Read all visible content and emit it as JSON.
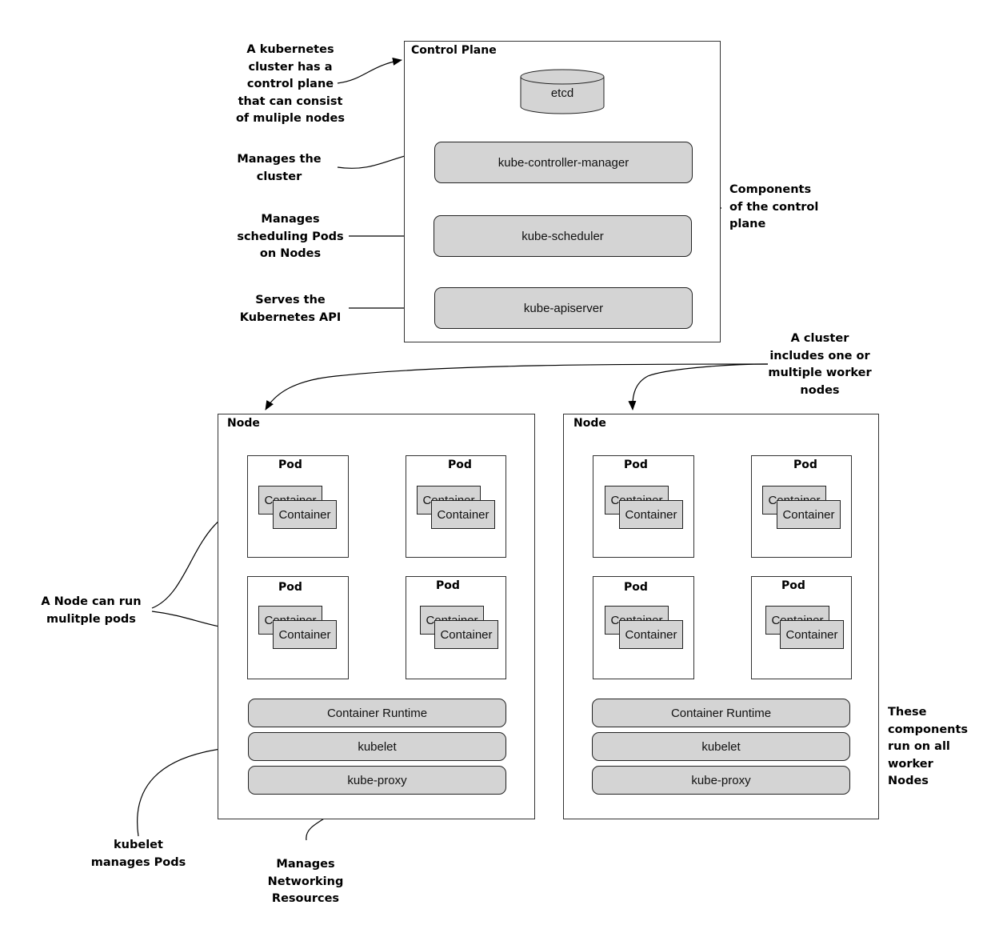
{
  "control_plane": {
    "title": "Control Plane",
    "etcd": "etcd",
    "components": [
      "kube-controller-manager",
      "kube-scheduler",
      "kube-apiserver"
    ]
  },
  "nodes": [
    {
      "title": "Node",
      "pods": [
        {
          "title": "Pod",
          "back": "Container",
          "front": "Container"
        },
        {
          "title": "Pod",
          "back": "Container",
          "front": "Container"
        },
        {
          "title": "Pod",
          "back": "Container",
          "front": "Container"
        },
        {
          "title": "Pod",
          "back": "Container",
          "front": "Container"
        }
      ],
      "components": [
        "Container Runtime",
        "kubelet",
        "kube-proxy"
      ]
    },
    {
      "title": "Node",
      "pods": [
        {
          "title": "Pod",
          "back": "Container",
          "front": "Container"
        },
        {
          "title": "Pod",
          "back": "Container",
          "front": "Container"
        },
        {
          "title": "Pod",
          "back": "Container",
          "front": "Container"
        },
        {
          "title": "Pod",
          "back": "Container",
          "front": "Container"
        }
      ],
      "components": [
        "Container Runtime",
        "kubelet",
        "kube-proxy"
      ]
    }
  ],
  "annotations": {
    "cluster_control_plane": "A kubernetes\ncluster  has a\ncontrol plane\nthat can consist\nof muliple nodes",
    "manages_cluster": "Manages the\ncluster",
    "manages_scheduling": "Manages\nscheduling Pods\non Nodes",
    "serves_api": "Serves the\nKubernetes API",
    "components_control_plane": "Components\nof the control\nplane",
    "cluster_workers": "A cluster\nincludes one or\nmultiple worker\nnodes",
    "node_multiple_pods": "A Node can run\nmulitple pods",
    "kubelet_manages": "kubelet\nmanages Pods",
    "manages_networking": "Manages\nNetworking\nResources",
    "components_worker": "These\ncomponents\nrun on all\nworker\nNodes"
  }
}
